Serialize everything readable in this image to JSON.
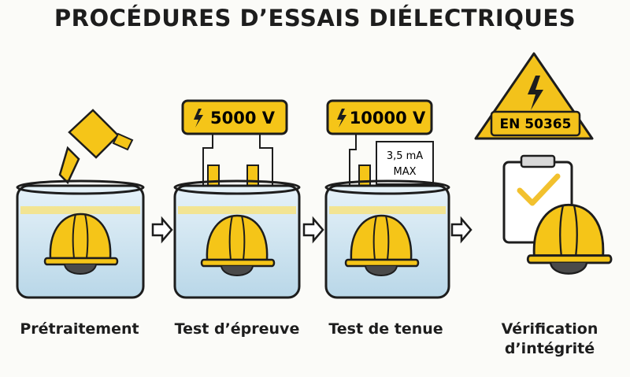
{
  "title": "PROCÉDURES D’ESSAIS DIÉLECTRIQUES",
  "steps": [
    {
      "label": "Prétraitement"
    },
    {
      "label": "Test d’épreuve",
      "voltage": "5000 V"
    },
    {
      "label": "Test de tenue",
      "voltage": "10000 V",
      "current_limit_line1": "3,5 mA",
      "current_limit_line2": "MAX"
    },
    {
      "label_line1": "Vérification",
      "label_line2": "d’intégrité",
      "standard": "EN 50365"
    }
  ],
  "colors": {
    "helmet_yellow": "#f5c518",
    "water_blue": "#cfe6f2",
    "outline": "#1d1d1d",
    "warning_yellow": "#f3c21b",
    "check_yellow": "#f2c12e"
  },
  "icons": [
    "lightning-bolt-icon",
    "arrow-right-icon",
    "checkmark-icon",
    "clipboard-icon",
    "safety-helmet-icon"
  ]
}
